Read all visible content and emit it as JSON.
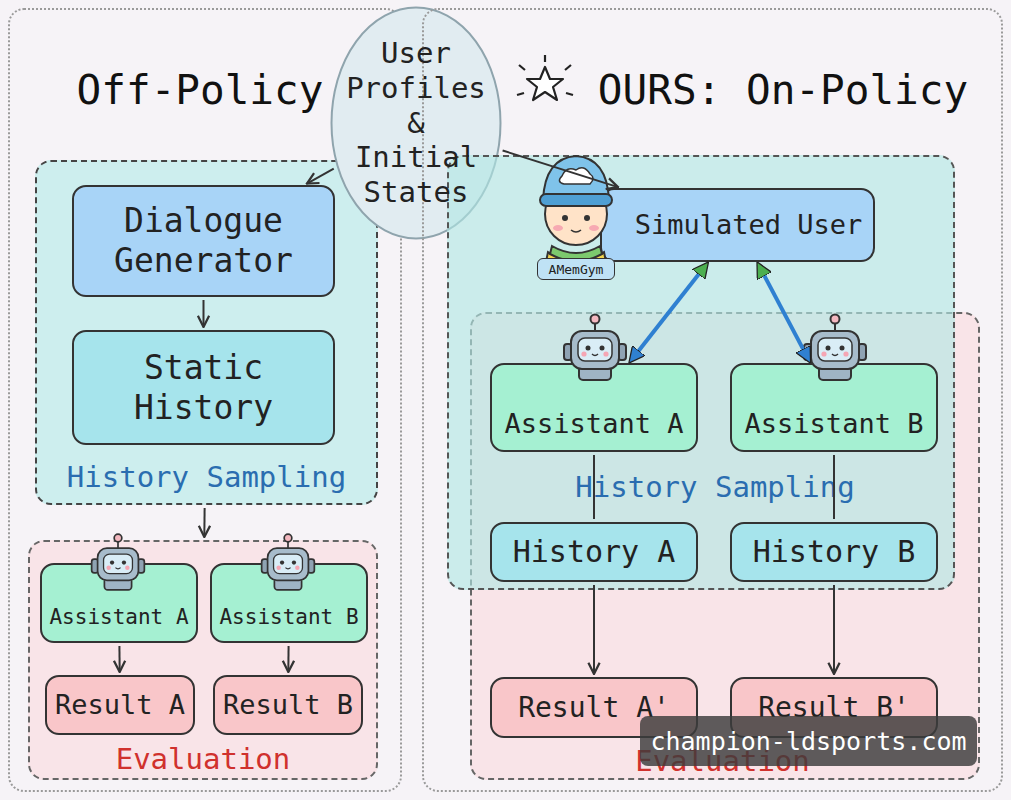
{
  "diagram": {
    "nodes": [
      {
        "text": [
          "Off-Policy"
        ]
      },
      {
        "text": [
          "User Profiles & Initial States"
        ]
      },
      {
        "text": [
          "OURS: On-Policy"
        ]
      },
      {
        "text": [
          "History Sampling"
        ],
        "in": 0
      },
      {
        "text": [
          "Dialogue Generator"
        ],
        "in": 3
      },
      {
        "text": [
          "Static History"
        ],
        "in": 3
      },
      {
        "text": [
          "Evaluation"
        ],
        "in": 0
      },
      {
        "text": [
          "Assistant A"
        ],
        "in": 6
      },
      {
        "text": [
          "Assistant B"
        ],
        "in": 6
      },
      {
        "text": [
          "Result A"
        ],
        "in": 6
      },
      {
        "text": [
          "Result B"
        ],
        "in": 6
      },
      {
        "text": [
          "Evaluation"
        ],
        "in": 2
      },
      {
        "text": [
          "History Sampling"
        ],
        "in": 2
      },
      {
        "text": [
          "Simulated User"
        ],
        "in": 12
      },
      {
        "text": [
          "Assistant A"
        ],
        "in": 12
      },
      {
        "text": [
          "Assistant B"
        ],
        "in": 12
      },
      {
        "text": [
          "History A"
        ],
        "in": 12
      },
      {
        "text": [
          "History B"
        ],
        "in": 12
      },
      {
        "text": [
          "Result A'"
        ],
        "in": 11
      },
      {
        "text": [
          "Result B'"
        ],
        "in": 11
      }
    ],
    "edges": [
      {
        "from": 1,
        "to": 4,
        "arrow": "to"
      },
      {
        "from": 1,
        "to": 13,
        "arrow": "to"
      },
      {
        "from": 13,
        "to": 14,
        "arrow": "both"
      },
      {
        "from": 13,
        "to": 15,
        "arrow": "both"
      },
      {
        "from": 14,
        "to": 16,
        "arrow": "none"
      },
      {
        "from": 15,
        "to": 17,
        "arrow": "none"
      },
      {
        "from": 16,
        "to": 18,
        "arrow": "to"
      },
      {
        "from": 17,
        "to": 19,
        "arrow": "to"
      },
      {
        "from": 4,
        "to": 5,
        "arrow": "to"
      },
      {
        "from": 3,
        "to": 6,
        "arrow": "to"
      },
      {
        "from": 7,
        "to": 9,
        "arrow": "to"
      },
      {
        "from": 8,
        "to": 10,
        "arrow": "to"
      }
    ],
    "labels": [
      "AMemGym",
      "champion-ldsports.com"
    ]
  }
}
